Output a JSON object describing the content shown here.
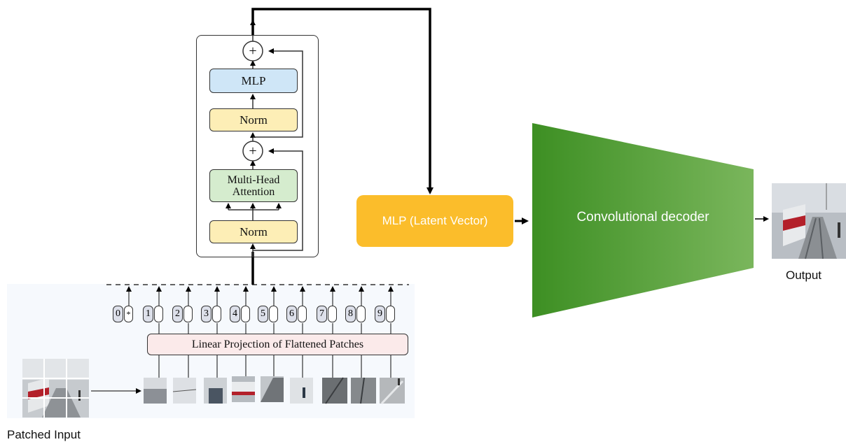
{
  "encoder": {
    "add_symbol": "+",
    "mlp_label": "MLP",
    "norm_label": "Norm",
    "attention_label_line1": "Multi-Head",
    "attention_label_line2": "Attention"
  },
  "projection": {
    "label": "Linear Projection of Flattened Patches",
    "tokens": [
      "0",
      "1",
      "2",
      "3",
      "4",
      "5",
      "6",
      "7",
      "8",
      "9"
    ],
    "class_token_marker": "*"
  },
  "latent": {
    "label": "MLP (Latent Vector)"
  },
  "decoder": {
    "label": "Convolutional decoder"
  },
  "captions": {
    "output": "Output",
    "input": "Patched Input"
  },
  "colors": {
    "mlp_fill": "#cfe6f7",
    "norm_fill": "#fdeeb6",
    "attention_fill": "#d5ecce",
    "projection_fill": "#fbeaea",
    "latent_fill": "#fbbd2b",
    "decoder_fill_dark": "#3d8f23",
    "decoder_fill_light": "#7ab65c"
  }
}
